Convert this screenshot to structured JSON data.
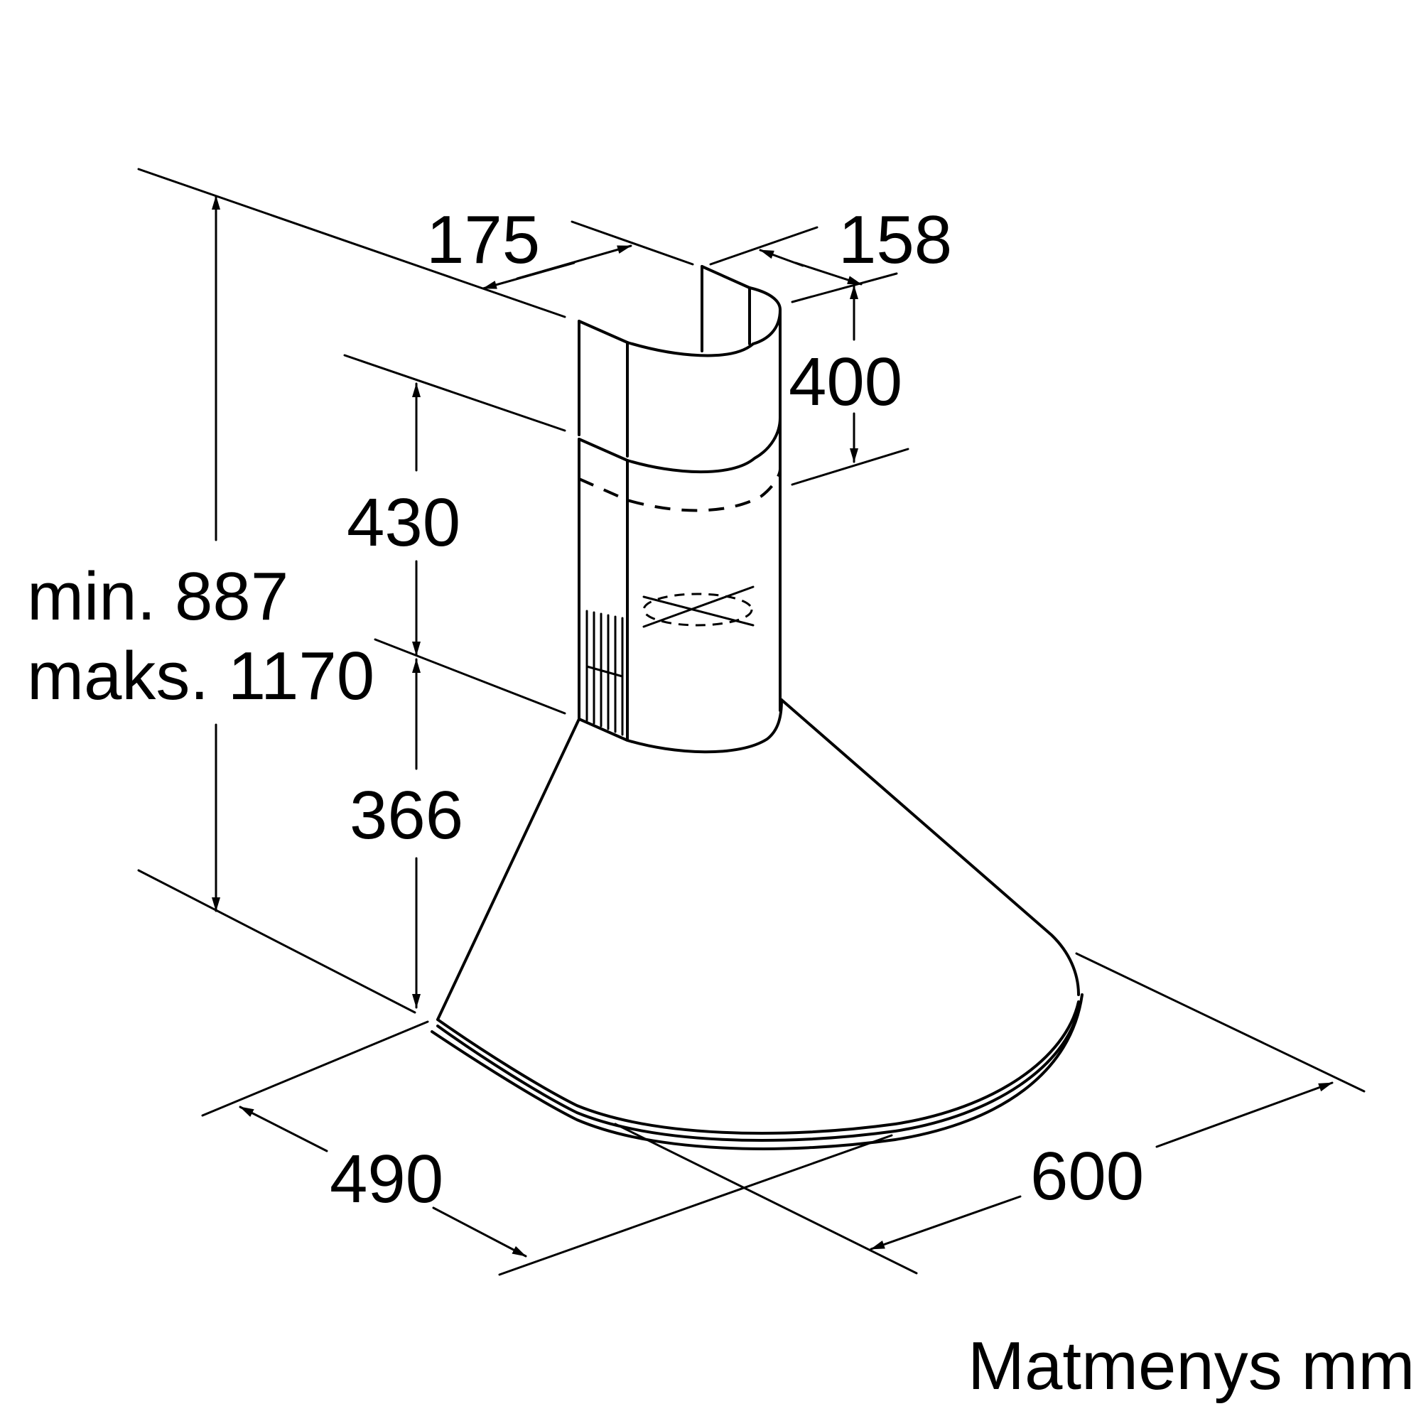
{
  "dimensions": {
    "chimney_width": "175",
    "chimney_depth": "158",
    "upper_duct_height": "400",
    "lower_duct_height": "430",
    "height_min": "min. 887",
    "height_max": "maks. 1170",
    "canopy_height": "366",
    "hood_depth": "490",
    "hood_width": "600"
  },
  "caption": "Matmenys mm"
}
